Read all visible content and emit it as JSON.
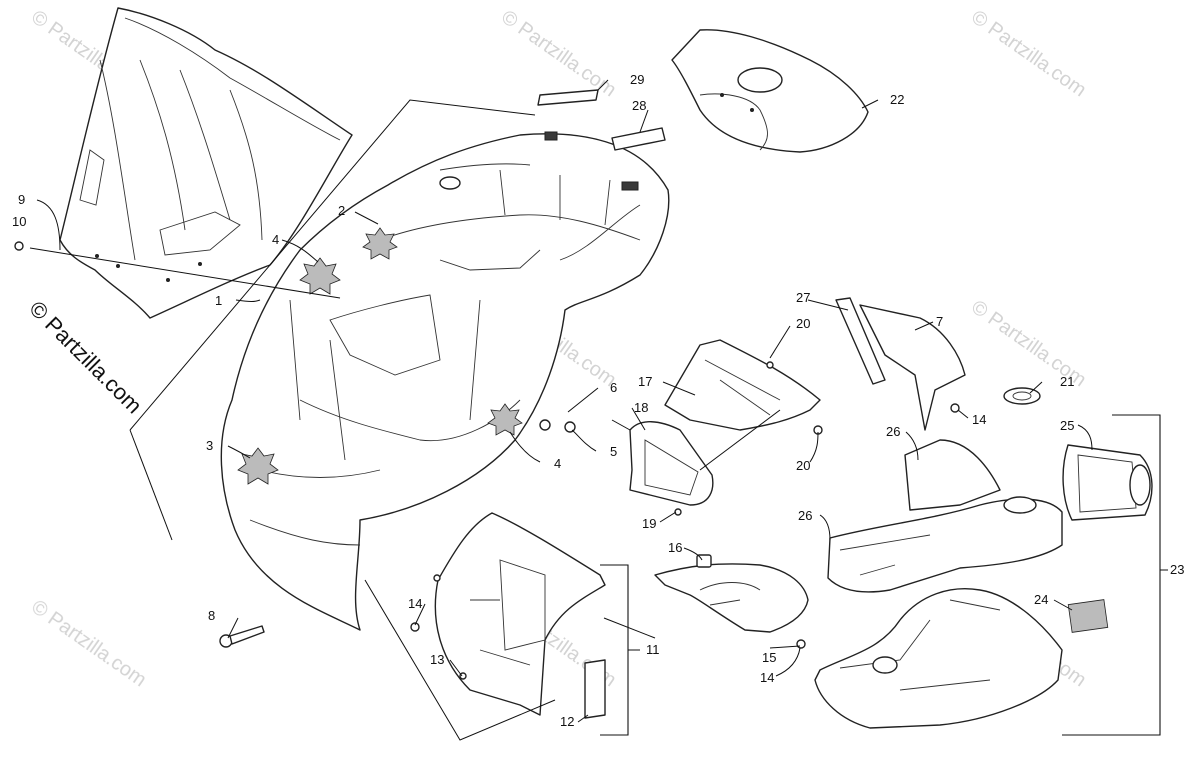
{
  "watermark": {
    "text": "© Partzilla.com",
    "side_text": "© Partzilla.com"
  },
  "callouts": {
    "c1": "1",
    "c2": "2",
    "c3": "3",
    "c4a": "4",
    "c4b": "4",
    "c5": "5",
    "c6": "6",
    "c7": "7",
    "c8": "8",
    "c9": "9",
    "c10": "10",
    "c11": "11",
    "c12": "12",
    "c13": "13",
    "c14a": "14",
    "c14b": "14",
    "c14c": "14",
    "c15": "15",
    "c16": "16",
    "c17": "17",
    "c18": "18",
    "c19": "19",
    "c20a": "20",
    "c20b": "20",
    "c21": "21",
    "c22": "22",
    "c23": "23",
    "c24": "24",
    "c25": "25",
    "c26a": "26",
    "c26b": "26",
    "c27": "27",
    "c28": "28",
    "c29": "29"
  }
}
